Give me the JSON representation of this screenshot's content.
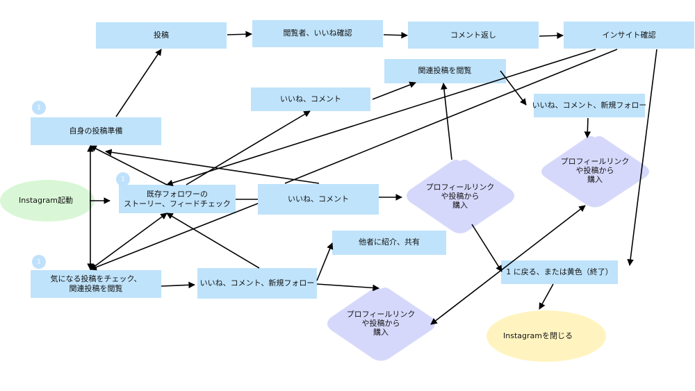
{
  "colors": {
    "box": "#bfe3fb",
    "decision": "#d6d8fb",
    "start": "#d9f7d6",
    "end": "#fff4c0",
    "badge": "#bfe1fb"
  },
  "badge_text": "1",
  "nodes": {
    "post": "投稿",
    "view": "閲覧者、いいね確認",
    "reply": "コメント返し",
    "insight": "インサイト確認",
    "related": "関連投稿を閲覧",
    "like_comment_top": "いいね、コメント",
    "like_follow_right": "いいね、コメント、新規フォロー",
    "prep": "自身の投稿準備",
    "existing_line1": "既存フォロワーの",
    "existing_line2": "ストーリー、フィードチェック",
    "like_comment_mid": "いいね、コメント",
    "launch": "Instagram起動",
    "check_line1": "気になる投稿をチェック、",
    "check_line2": "関連投稿を閲覧",
    "like_follow_bottom": "いいね、コメント、新規フォロー",
    "share": "他者に紹介、共有",
    "purchase_line1": "プロフィールリンク",
    "purchase_line2": "や投稿から",
    "purchase_line3": "購入",
    "back": "1 に戻る、または黄色（終了）",
    "close": "Instagramを閉じる"
  }
}
